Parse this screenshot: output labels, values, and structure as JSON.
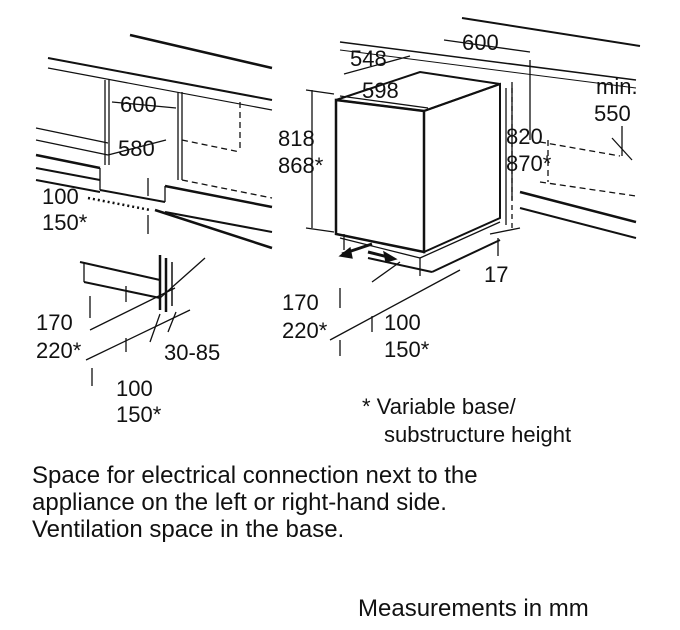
{
  "left_diagram": {
    "dim_600": "600",
    "dim_580": "580",
    "vent_100": "100",
    "vent_150": "150*",
    "base_170": "170",
    "base_220": "220*",
    "plinth_30_85": "30-85",
    "lower_100": "100",
    "lower_150": "150*"
  },
  "right_diagram": {
    "dim_548": "548",
    "dim_598": "598",
    "dim_600": "600",
    "dim_818": "818",
    "dim_868": "868*",
    "dim_820": "820",
    "dim_870": "870*",
    "min_label": "min.",
    "min_550": "550",
    "dim_17": "17",
    "base_170": "170",
    "base_220": "220*",
    "vent_100": "100",
    "vent_150": "150*"
  },
  "footnote": {
    "line1": "* Variable base/",
    "line2": "substructure height"
  },
  "description": {
    "line1": "Space for electrical connection next to the",
    "line2": "appliance on the left or right-hand side.",
    "line3": "Ventilation space in the base."
  },
  "units_note": "Measurements in mm"
}
